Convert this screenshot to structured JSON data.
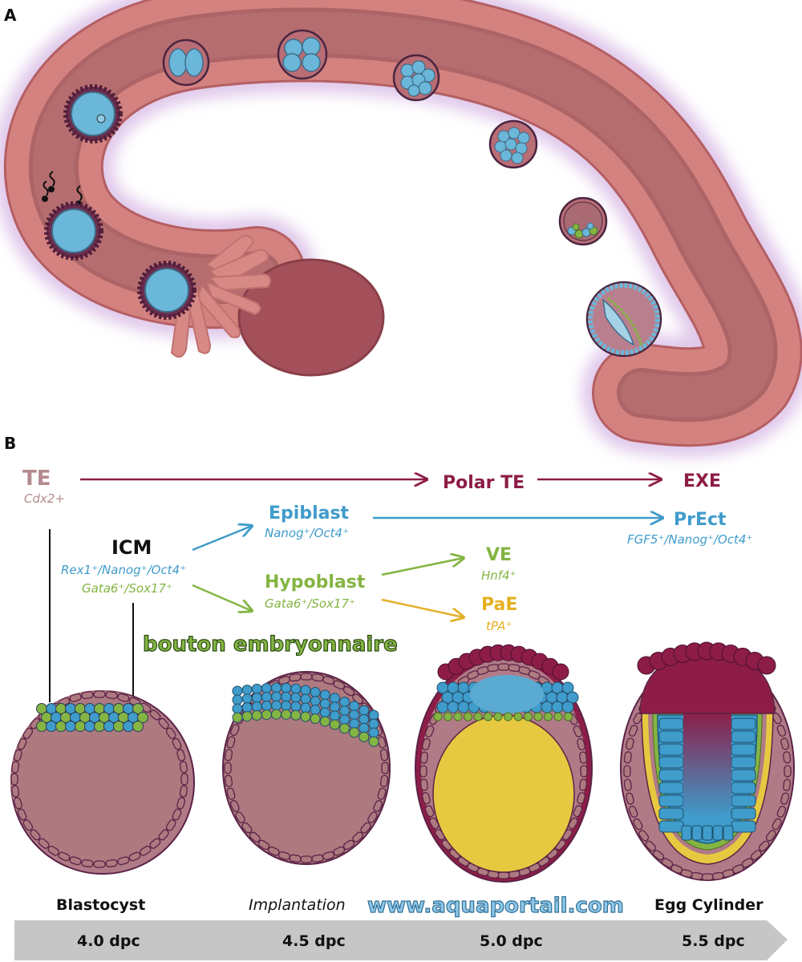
{
  "panel_a_label": "A",
  "panel_b_label": "B",
  "lineage": {
    "te": {
      "name": "TE",
      "marker": "Cdx2+"
    },
    "polar_te": {
      "name": "Polar TE"
    },
    "exe": {
      "name": "EXE"
    },
    "icm": {
      "name": "ICM",
      "marker1": "Rex1⁺/Nanog⁺/Oct4⁺",
      "marker2": "Gata6⁺/Sox17⁺"
    },
    "epiblast": {
      "name": "Epiblast",
      "marker": "Nanog⁺/Oct4⁺"
    },
    "prect": {
      "name": "PrEct",
      "marker": "FGF5⁺/Nanog⁺/Oct4⁺"
    },
    "hypoblast": {
      "name": "Hypoblast",
      "marker": "Gata6⁺/Sox17⁺"
    },
    "ve": {
      "name": "VE",
      "marker": "Hnf4⁺"
    },
    "pae": {
      "name": "PaE",
      "marker": "tPA⁺"
    }
  },
  "overlay_text": "bouton embryonnaire",
  "watermark": "www.aquaportail.com",
  "stages": [
    {
      "name": "Blastocyst",
      "dpc": "4.0 dpc"
    },
    {
      "name": "Implantation",
      "dpc": "4.5 dpc"
    },
    {
      "name": "",
      "dpc": "5.0 dpc"
    },
    {
      "name": "Egg Cylinder",
      "dpc": "5.5 dpc"
    }
  ],
  "colors": {
    "tube": "#cf7a78",
    "tube_dark": "#a8585c",
    "ovary": "#a3505a",
    "cell_blue": "#6bb7d9",
    "te_cells": "#ad7a80",
    "epiblast_blue": "#3f9ccb",
    "hypoblast_green": "#84b543",
    "pae_yellow": "#e6c940",
    "exe_maroon": "#8d1d47",
    "te_label": "#b48a8e",
    "arrow_band": "#c6c6c6"
  }
}
